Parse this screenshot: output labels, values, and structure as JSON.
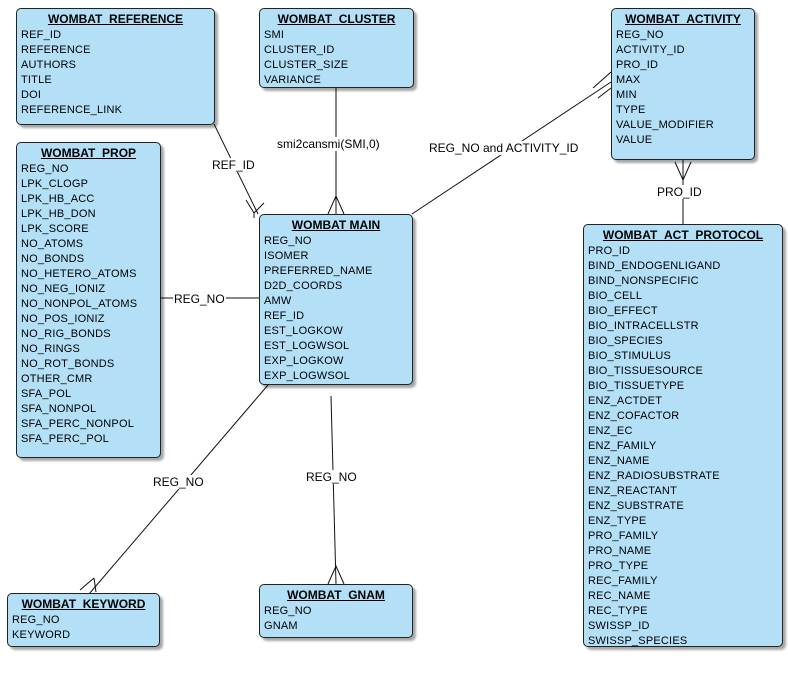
{
  "entities": {
    "wombat_reference": {
      "title": "WOMBAT_REFERENCE",
      "fields": [
        "REF_ID",
        "REFERENCE",
        "AUTHORS",
        "TITLE",
        "DOI",
        "REFERENCE_LINK"
      ]
    },
    "wombat_cluster": {
      "title": "WOMBAT_CLUSTER",
      "fields": [
        "SMI",
        "CLUSTER_ID",
        "CLUSTER_SIZE",
        "VARIANCE"
      ]
    },
    "wombat_activity": {
      "title": "WOMBAT_ACTIVITY",
      "fields": [
        "REG_NO",
        "ACTIVITY_ID",
        "PRO_ID",
        "MAX",
        "MIN",
        "TYPE",
        "VALUE_MODIFIER",
        "VALUE"
      ]
    },
    "wombat_prop": {
      "title": "WOMBAT_PROP",
      "fields": [
        "REG_NO",
        "LPK_CLOGP",
        "LPK_HB_ACC",
        "LPK_HB_DON",
        "LPK_SCORE",
        "NO_ATOMS",
        "NO_BONDS",
        "NO_HETERO_ATOMS",
        "NO_NEG_IONIZ",
        "NO_NONPOL_ATOMS",
        "NO_POS_IONIZ",
        "NO_RIG_BONDS",
        "NO_RINGS",
        "NO_ROT_BONDS",
        "OTHER_CMR",
        "SFA_POL",
        "SFA_NONPOL",
        "SFA_PERC_NONPOL",
        "SFA_PERC_POL"
      ]
    },
    "wombat_main": {
      "title": "WOMBAT MAIN",
      "fields": [
        "REG_NO",
        "ISOMER",
        "PREFERRED_NAME",
        "D2D_COORDS",
        "AMW",
        "REF_ID",
        "EST_LOGKOW",
        "EST_LOGWSOL",
        "EXP_LOGKOW",
        "EXP_LOGWSOL"
      ]
    },
    "wombat_act_protocol": {
      "title": "WOMBAT_ACT_PROTOCOL",
      "fields": [
        "PRO_ID",
        "BIND_ENDOGENLIGAND",
        "BIND_NONSPECIFIC",
        "BIO_CELL",
        "BIO_EFFECT",
        "BIO_INTRACELLSTR",
        "BIO_SPECIES",
        "BIO_STIMULUS",
        "BIO_TISSUESOURCE",
        "BIO_TISSUETYPE",
        "ENZ_ACTDET",
        "ENZ_COFACTOR",
        "ENZ_EC",
        "ENZ_FAMILY",
        "ENZ_NAME",
        "ENZ_RADIOSUBSTRATE",
        "ENZ_REACTANT",
        "ENZ_SUBSTRATE",
        "ENZ_TYPE",
        "PRO_FAMILY",
        "PRO_NAME",
        "PRO_TYPE",
        "REC_FAMILY",
        "REC_NAME",
        "REC_TYPE",
        "SWISSP_ID",
        "SWISSP_SPECIES"
      ]
    },
    "wombat_keyword": {
      "title": "WOMBAT_KEYWORD",
      "fields": [
        "REG_NO",
        "KEYWORD"
      ]
    },
    "wombat_gnam": {
      "title": "WOMBAT_GNAM",
      "fields": [
        "REG_NO",
        "GNAM"
      ]
    }
  },
  "relationships": {
    "reference_main": "REF_ID",
    "cluster_main": "smi2cansmi(SMI,0)",
    "activity_main": "REG_NO and ACTIVITY_ID",
    "prop_main": "REG_NO",
    "activity_protocol": "PRO_ID",
    "keyword_main": "REG_NO",
    "gnam_main": "REG_NO"
  },
  "colors": {
    "entity_fill": "#b3e0f7",
    "entity_border": "#222222",
    "line": "#111111"
  }
}
